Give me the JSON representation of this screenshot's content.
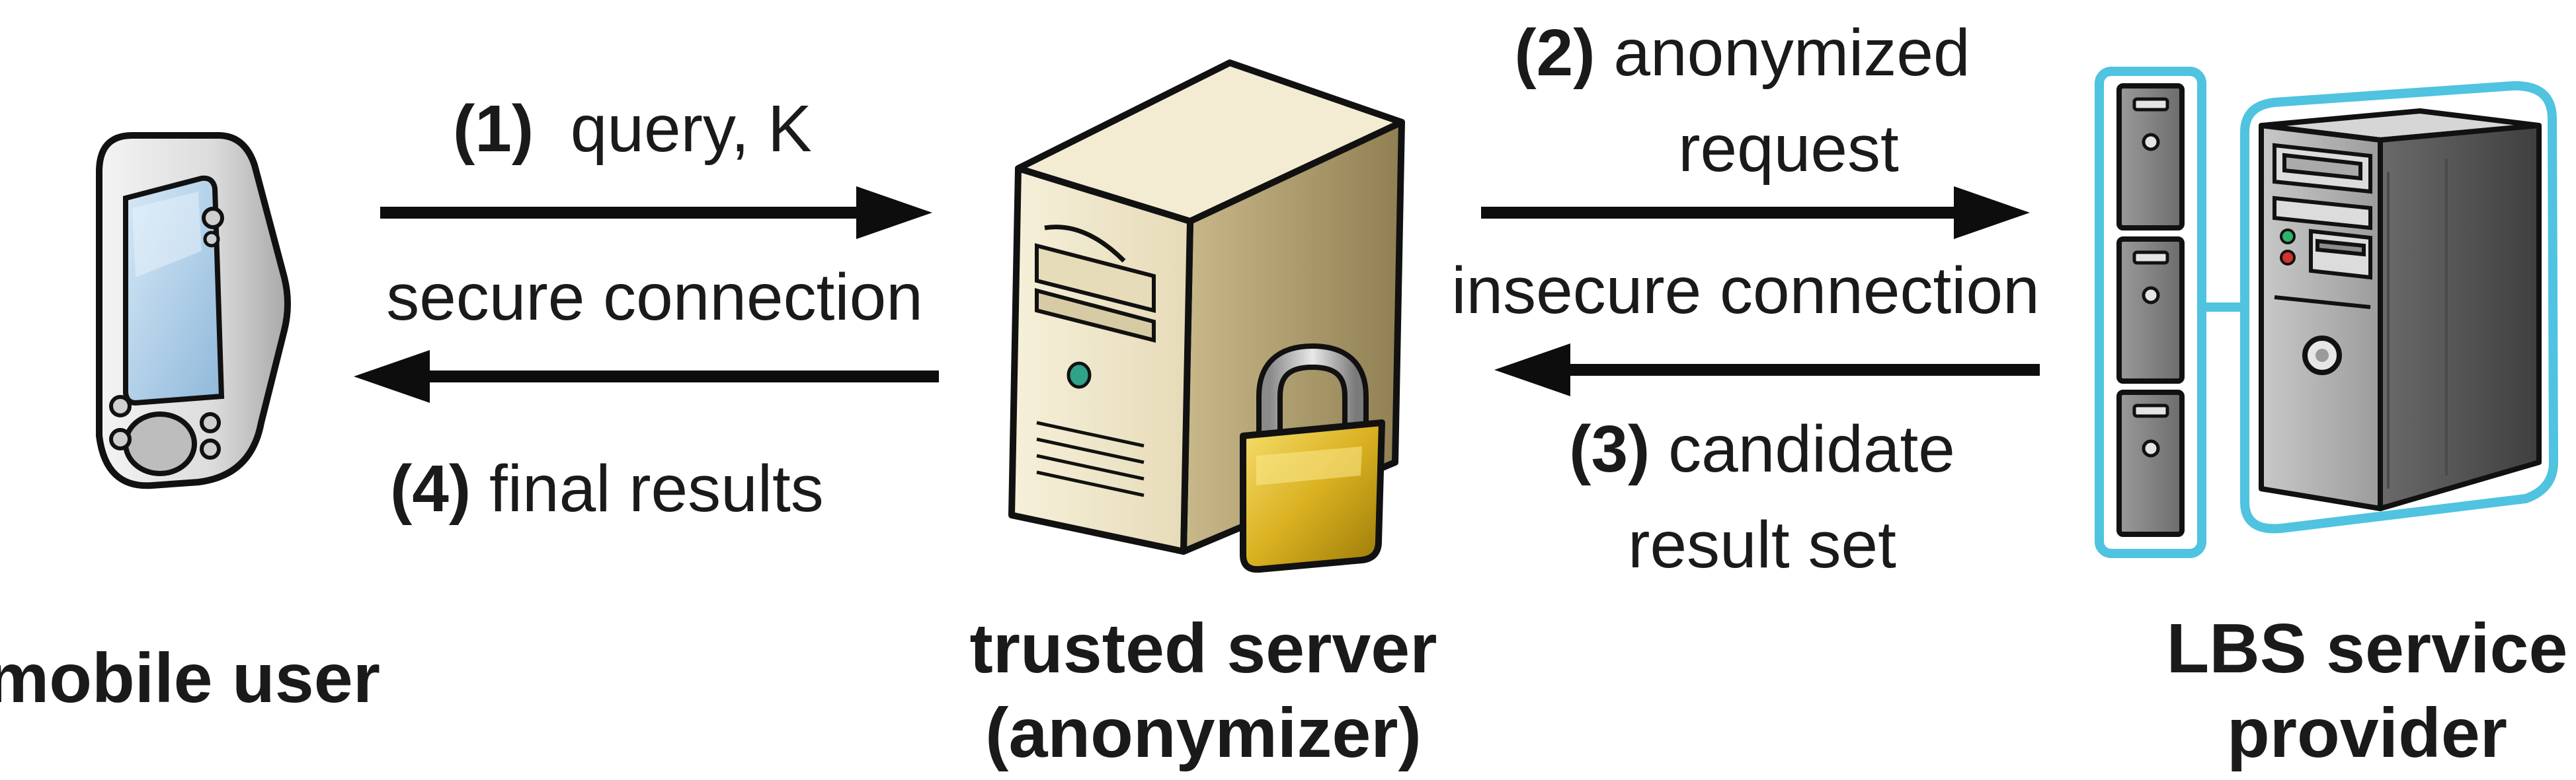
{
  "nodes": {
    "mobile_user": {
      "label": "mobile user"
    },
    "trusted_server": {
      "label_line1": "trusted server",
      "label_line2": "(anonymizer)"
    },
    "lbs_provider": {
      "label_line1": "LBS service",
      "label_line2": "provider"
    }
  },
  "edges": {
    "step1": {
      "number": "(1)",
      "text": "query, K"
    },
    "left_connection": "secure connection",
    "step4": {
      "number": "(4)",
      "text": "final results"
    },
    "step2": {
      "number": "(2)",
      "text_line1": "anonymized",
      "text_line2": "request"
    },
    "right_connection": "insecure connection",
    "step3": {
      "number": "(3)",
      "text_line1": "candidate",
      "text_line2": "result set"
    }
  },
  "icons": {
    "mobile_user": "pda-icon",
    "trusted_server": "server-tower-icon",
    "lock": "padlock-icon",
    "lbs_provider": "server-rack-icon"
  },
  "colors": {
    "arrow": "#0d0d0d",
    "lbs_outline": "#4fc3e0",
    "lock_gold": "#d9b020",
    "server_beige": "#efe8cf"
  }
}
